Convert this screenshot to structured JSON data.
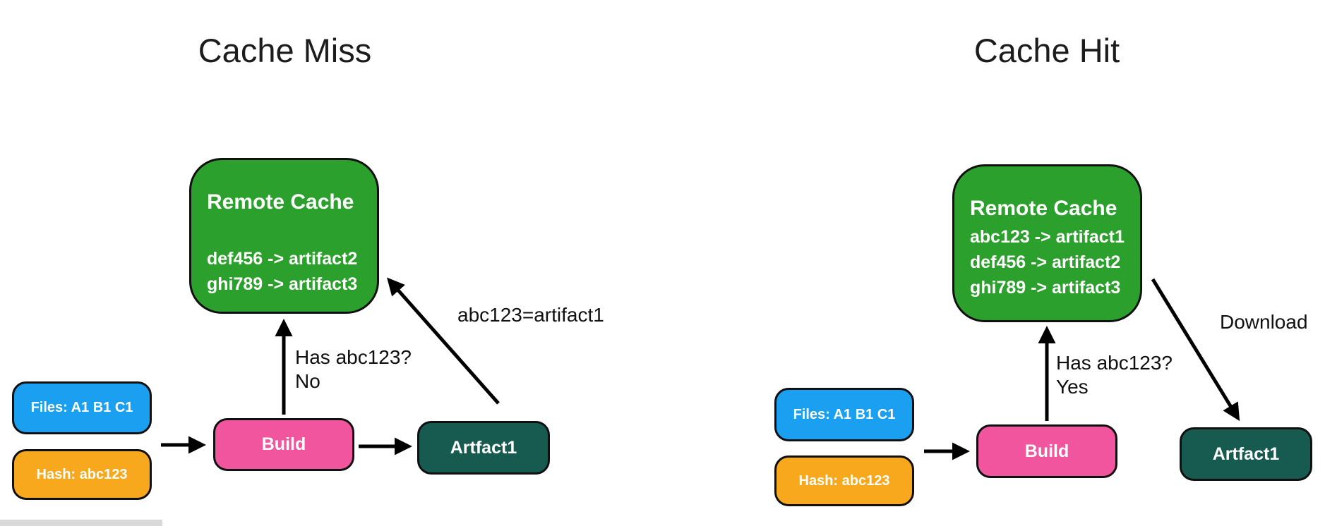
{
  "colors": {
    "green": "#2ca02c",
    "blue": "#1b9ff0",
    "orange": "#f7a81c",
    "pink": "#f0559d",
    "teal": "#175a50",
    "arrow": "#000000"
  },
  "left": {
    "title": "Cache Miss",
    "remote_cache": {
      "title": "Remote Cache",
      "entries": [
        "def456 -> artifact2",
        "ghi789 -> artifact3"
      ]
    },
    "files_box": "Files: A1 B1 C1",
    "hash_box": "Hash: abc123",
    "build_box": "Build",
    "artifact_box": "Artfact1",
    "labels": {
      "question": "Has abc123?",
      "answer": "No",
      "upload": "abc123=artifact1"
    }
  },
  "right": {
    "title": "Cache Hit",
    "remote_cache": {
      "title": "Remote Cache",
      "entries": [
        "abc123 -> artifact1",
        "def456 -> artifact2",
        "ghi789 -> artifact3"
      ]
    },
    "files_box": "Files: A1 B1 C1",
    "hash_box": "Hash: abc123",
    "build_box": "Build",
    "artifact_box": "Artfact1",
    "labels": {
      "question": "Has abc123?",
      "answer": "Yes",
      "download": "Download"
    }
  }
}
